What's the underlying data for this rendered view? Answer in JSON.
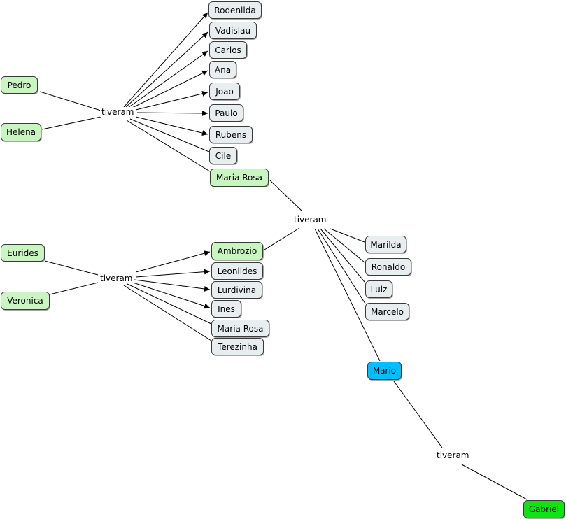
{
  "colors": {
    "child_fill": "#e8eef0",
    "parent_fill": "#c8f5c0",
    "mario_fill": "#00bfff",
    "gabriel_fill": "#11e211",
    "line": "#000000"
  },
  "concepts": {
    "rodenilda": "Rodenilda",
    "vadislau": "Vadislau",
    "carlos": "Carlos",
    "ana": "Ana",
    "joao": "Joao",
    "paulo": "Paulo",
    "rubens": "Rubens",
    "cile": "Cile",
    "maria_rosa_1": "Maria Rosa",
    "pedro": "Pedro",
    "helena": "Helena",
    "eurides": "Eurides",
    "veronica": "Veronica",
    "ambrozio": "Ambrozio",
    "leonildes": "Leonildes",
    "lurdivina": "Lurdivina",
    "ines": "Ines",
    "maria_rosa_2": "Maria Rosa",
    "terezinha": "Terezinha",
    "marilda": "Marilda",
    "ronaldo": "Ronaldo",
    "luiz": "Luiz",
    "marcelo": "Marcelo",
    "mario": "Mario",
    "gabriel": "Gabriel"
  },
  "links": {
    "tiveram_1": "tiveram",
    "tiveram_2": "tiveram",
    "tiveram_3": "tiveram",
    "tiveram_4": "tiveram"
  }
}
